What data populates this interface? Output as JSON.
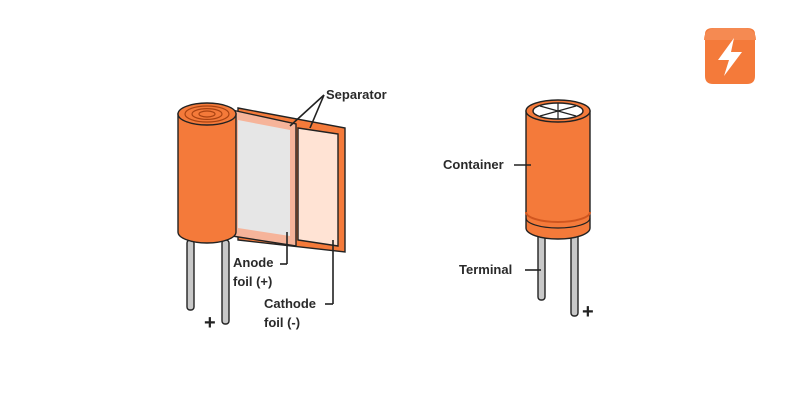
{
  "labels": {
    "separator": "Separator",
    "anode_line1": "Anode",
    "anode_line2": "foil (+)",
    "cathode_line1": "Cathode",
    "cathode_line2": "foil (-)",
    "container": "Container",
    "terminal": "Terminal",
    "plus_left": "+",
    "plus_right": "+"
  },
  "colors": {
    "orange": "#f47a3a",
    "orange_dark": "#e2652a",
    "foil_light": "#e6e6e6",
    "separator_pink": "#ffe3d4",
    "lead_gray": "#c8c8c8",
    "outline": "#222222"
  },
  "icons": {
    "brand": "lightning-bolt-badge-icon"
  }
}
